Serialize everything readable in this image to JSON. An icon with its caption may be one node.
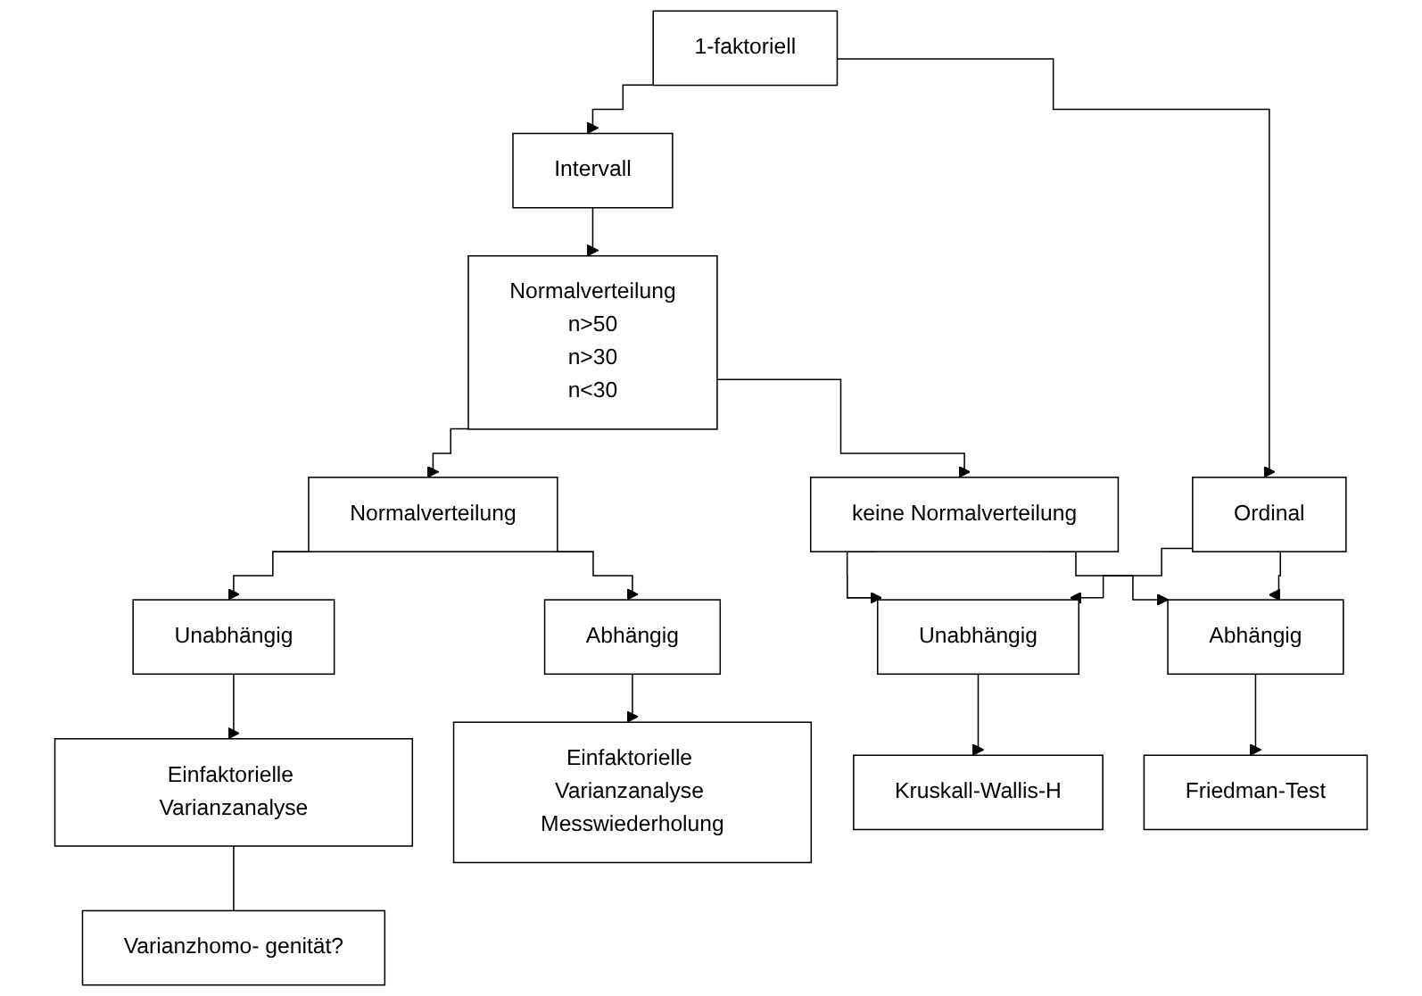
{
  "diagram": {
    "nodes": [
      {
        "text": [
          "1-faktoriell"
        ]
      },
      {
        "text": [
          "Intervall"
        ]
      },
      {
        "text": [
          "Ordinal"
        ]
      },
      {
        "text": [
          "Normalverteilung",
          "n>50",
          "n>30",
          "n<30"
        ]
      },
      {
        "text": [
          "Normalverteilung"
        ]
      },
      {
        "text": [
          "keine Normalverteilung"
        ]
      },
      {
        "text": [
          "Unabhängig"
        ]
      },
      {
        "text": [
          "Abhängig"
        ]
      },
      {
        "text": [
          "Unabhängig"
        ]
      },
      {
        "text": [
          "Abhängig"
        ]
      },
      {
        "text": [
          "Einfaktorielle Varianzanalyse"
        ]
      },
      {
        "text": [
          "Einfaktorielle Varianzanalyse Messwiederholung"
        ]
      },
      {
        "text": [
          "Kruskall-Wallis-H"
        ]
      },
      {
        "text": [
          "Friedman-Test"
        ]
      },
      {
        "text": [
          "Varianzhomo- genität?"
        ]
      }
    ],
    "edges": [
      {
        "from": 0,
        "to": 1,
        "arrow": "to"
      },
      {
        "from": 0,
        "to": 2,
        "arrow": "to"
      },
      {
        "from": 1,
        "to": 3,
        "arrow": "to"
      },
      {
        "from": 3,
        "to": 4,
        "arrow": "to"
      },
      {
        "from": 3,
        "to": 5,
        "arrow": "to"
      },
      {
        "from": 4,
        "to": 6,
        "arrow": "to"
      },
      {
        "from": 4,
        "to": 7,
        "arrow": "to"
      },
      {
        "from": 2,
        "to": 8,
        "arrow": "to"
      },
      {
        "from": 2,
        "to": 9,
        "arrow": "to"
      },
      {
        "from": 5,
        "to": 8,
        "arrow": "to"
      },
      {
        "from": 5,
        "to": 9,
        "arrow": "to"
      },
      {
        "from": 6,
        "to": 10,
        "arrow": "to"
      },
      {
        "from": 7,
        "to": 11,
        "arrow": "to"
      },
      {
        "from": 10,
        "to": 14,
        "arrow": "none"
      },
      {
        "from": 8,
        "to": 12,
        "arrow": "to"
      },
      {
        "from": 9,
        "to": 13,
        "arrow": "to"
      }
    ]
  }
}
